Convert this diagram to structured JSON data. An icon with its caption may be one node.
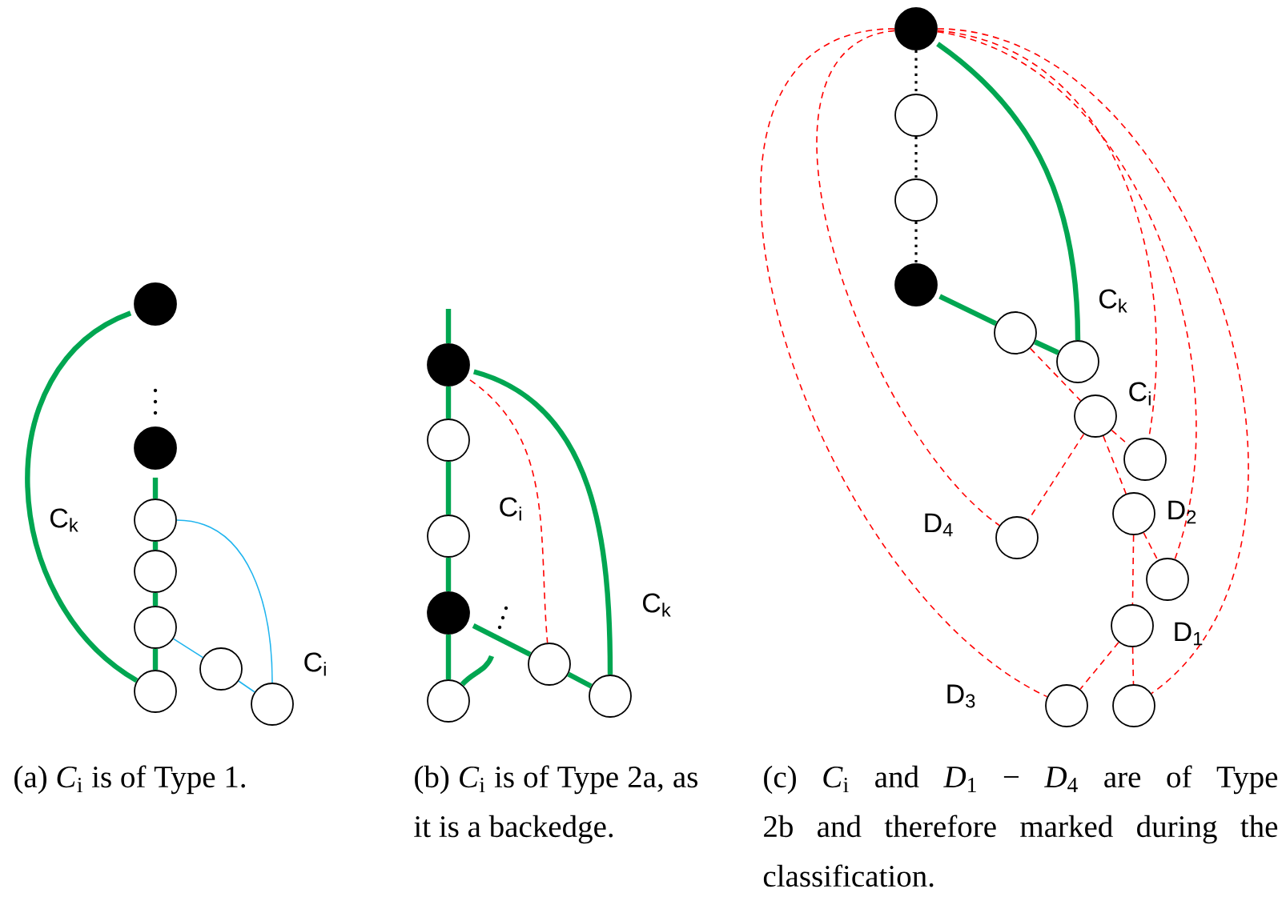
{
  "diagram": {
    "nodes": [
      {
        "text": [],
        "shape": "disk"
      },
      {
        "text": [],
        "shape": "disk"
      },
      {
        "text": [],
        "shape": "circle"
      },
      {
        "text": [],
        "shape": "circle"
      },
      {
        "text": [],
        "shape": "circle"
      },
      {
        "text": [],
        "shape": "circle"
      },
      {
        "text": [],
        "shape": "circle"
      },
      {
        "text": [],
        "shape": "circle"
      },
      {
        "text": [],
        "shape": "disk"
      },
      {
        "text": [],
        "shape": "circle"
      },
      {
        "text": [],
        "shape": "circle"
      },
      {
        "text": [],
        "shape": "disk"
      },
      {
        "text": [],
        "shape": "circle"
      },
      {
        "text": [],
        "shape": "circle"
      },
      {
        "text": [],
        "shape": "circle"
      },
      {
        "text": [],
        "shape": "disk"
      },
      {
        "text": [],
        "shape": "circle"
      },
      {
        "text": [],
        "shape": "circle"
      },
      {
        "text": [],
        "shape": "disk"
      },
      {
        "text": [],
        "shape": "circle"
      },
      {
        "text": [],
        "shape": "circle"
      },
      {
        "text": [],
        "shape": "circle"
      },
      {
        "text": [],
        "shape": "circle"
      },
      {
        "text": [],
        "shape": "circle",
        "beside": [
          "D$_{2}$"
        ]
      },
      {
        "text": [],
        "shape": "circle"
      },
      {
        "text": [],
        "shape": "circle",
        "beside": [
          "D$_{1}$"
        ]
      },
      {
        "text": [],
        "shape": "circle",
        "beside": [
          "D$_{4}$"
        ]
      },
      {
        "text": [],
        "shape": "circle",
        "beside": [
          "D$_{3}$"
        ]
      },
      {
        "text": [],
        "shape": "circle"
      }
    ],
    "edges": [
      {
        "from": 1,
        "to": 2,
        "arrow": "none",
        "style": "thick"
      },
      {
        "from": 2,
        "to": 3,
        "arrow": "none",
        "style": "thick"
      },
      {
        "from": 3,
        "to": 4,
        "arrow": "none",
        "style": "thick"
      },
      {
        "from": 4,
        "to": 5,
        "arrow": "none",
        "style": "thick"
      },
      {
        "from": 0,
        "to": 5,
        "arrow": "none",
        "style": "thick"
      },
      {
        "from": 2,
        "to": 7,
        "arrow": "none",
        "color": "#1fb4ee"
      },
      {
        "from": 4,
        "to": 6,
        "arrow": "none",
        "color": "#1fb4ee"
      },
      {
        "from": 6,
        "to": 7,
        "arrow": "none",
        "color": "#1fb4ee"
      },
      {
        "from": null,
        "to": 8,
        "arrow": "none",
        "style": "thick"
      },
      {
        "from": 8,
        "to": 9,
        "arrow": "none",
        "style": "thick"
      },
      {
        "from": 9,
        "to": 10,
        "arrow": "none",
        "style": "thick"
      },
      {
        "from": 10,
        "to": 11,
        "arrow": "none",
        "style": "thick"
      },
      {
        "from": 11,
        "to": 12,
        "arrow": "none",
        "style": "thick"
      },
      {
        "from": null,
        "to": 12,
        "arrow": "none",
        "style": "thick"
      },
      {
        "from": 11,
        "to": 13,
        "arrow": "none",
        "style": "thick"
      },
      {
        "from": 13,
        "to": 14,
        "arrow": "none",
        "style": "thick"
      },
      {
        "from": 8,
        "to": 14,
        "arrow": "none",
        "style": "thick"
      },
      {
        "from": 8,
        "to": 13,
        "arrow": "none",
        "style": "dashed",
        "color": "#ff0000"
      },
      {
        "from": 15,
        "to": 16,
        "arrow": "none",
        "style": "dashed",
        "color": "#000000"
      },
      {
        "from": 16,
        "to": 17,
        "arrow": "none",
        "style": "dashed",
        "color": "#000000"
      },
      {
        "from": 17,
        "to": 18,
        "arrow": "none",
        "style": "dashed",
        "color": "#000000"
      },
      {
        "from": 18,
        "to": 19,
        "arrow": "none",
        "style": "thick"
      },
      {
        "from": 19,
        "to": 20,
        "arrow": "none",
        "style": "thick"
      },
      {
        "from": 15,
        "to": 20,
        "arrow": "none",
        "style": "thick"
      },
      {
        "from": 19,
        "to": 21,
        "arrow": "none",
        "style": "dashed",
        "color": "#ff0000"
      },
      {
        "from": 21,
        "to": 22,
        "arrow": "none",
        "style": "dashed",
        "color": "#ff0000"
      },
      {
        "from": 21,
        "to": 23,
        "arrow": "none",
        "style": "dashed",
        "color": "#ff0000"
      },
      {
        "from": 21,
        "to": 26,
        "arrow": "none",
        "style": "dashed",
        "color": "#ff0000"
      },
      {
        "from": 23,
        "to": 24,
        "arrow": "none",
        "style": "dashed",
        "color": "#ff0000"
      },
      {
        "from": 23,
        "to": 25,
        "arrow": "none",
        "style": "dashed",
        "color": "#ff0000"
      },
      {
        "from": 25,
        "to": 27,
        "arrow": "none",
        "style": "dashed",
        "color": "#ff0000"
      },
      {
        "from": 25,
        "to": 28,
        "arrow": "none",
        "style": "dashed",
        "color": "#ff0000"
      },
      {
        "from": 15,
        "to": 26,
        "arrow": "none",
        "style": "dashed",
        "color": "#ff0000"
      },
      {
        "from": 15,
        "to": 27,
        "arrow": "none",
        "style": "dashed",
        "color": "#ff0000"
      },
      {
        "from": 15,
        "to": 22,
        "arrow": "none",
        "style": "dashed",
        "color": "#ff0000"
      },
      {
        "from": 15,
        "to": 24,
        "arrow": "none",
        "style": "dashed",
        "color": "#ff0000"
      },
      {
        "from": 15,
        "to": 28,
        "arrow": "none",
        "style": "dashed",
        "color": "#ff0000"
      }
    ],
    "labels": [
      "C$_{k}$",
      "C$_{i}$",
      "C$_{i}$",
      "C$_{k}$",
      "C$_{k}$",
      "C$_{i}$",
      "(a) *C*$_{i}$ is of Type 1.",
      "(b) *C*$_{i}$ is of Type 2a, as it is a backedge.",
      "(c) *C*$_{i}$ and *D*$_{1}$ − *D*$_{4}$ are of Type 2b and therefore marked during the classification."
    ]
  }
}
